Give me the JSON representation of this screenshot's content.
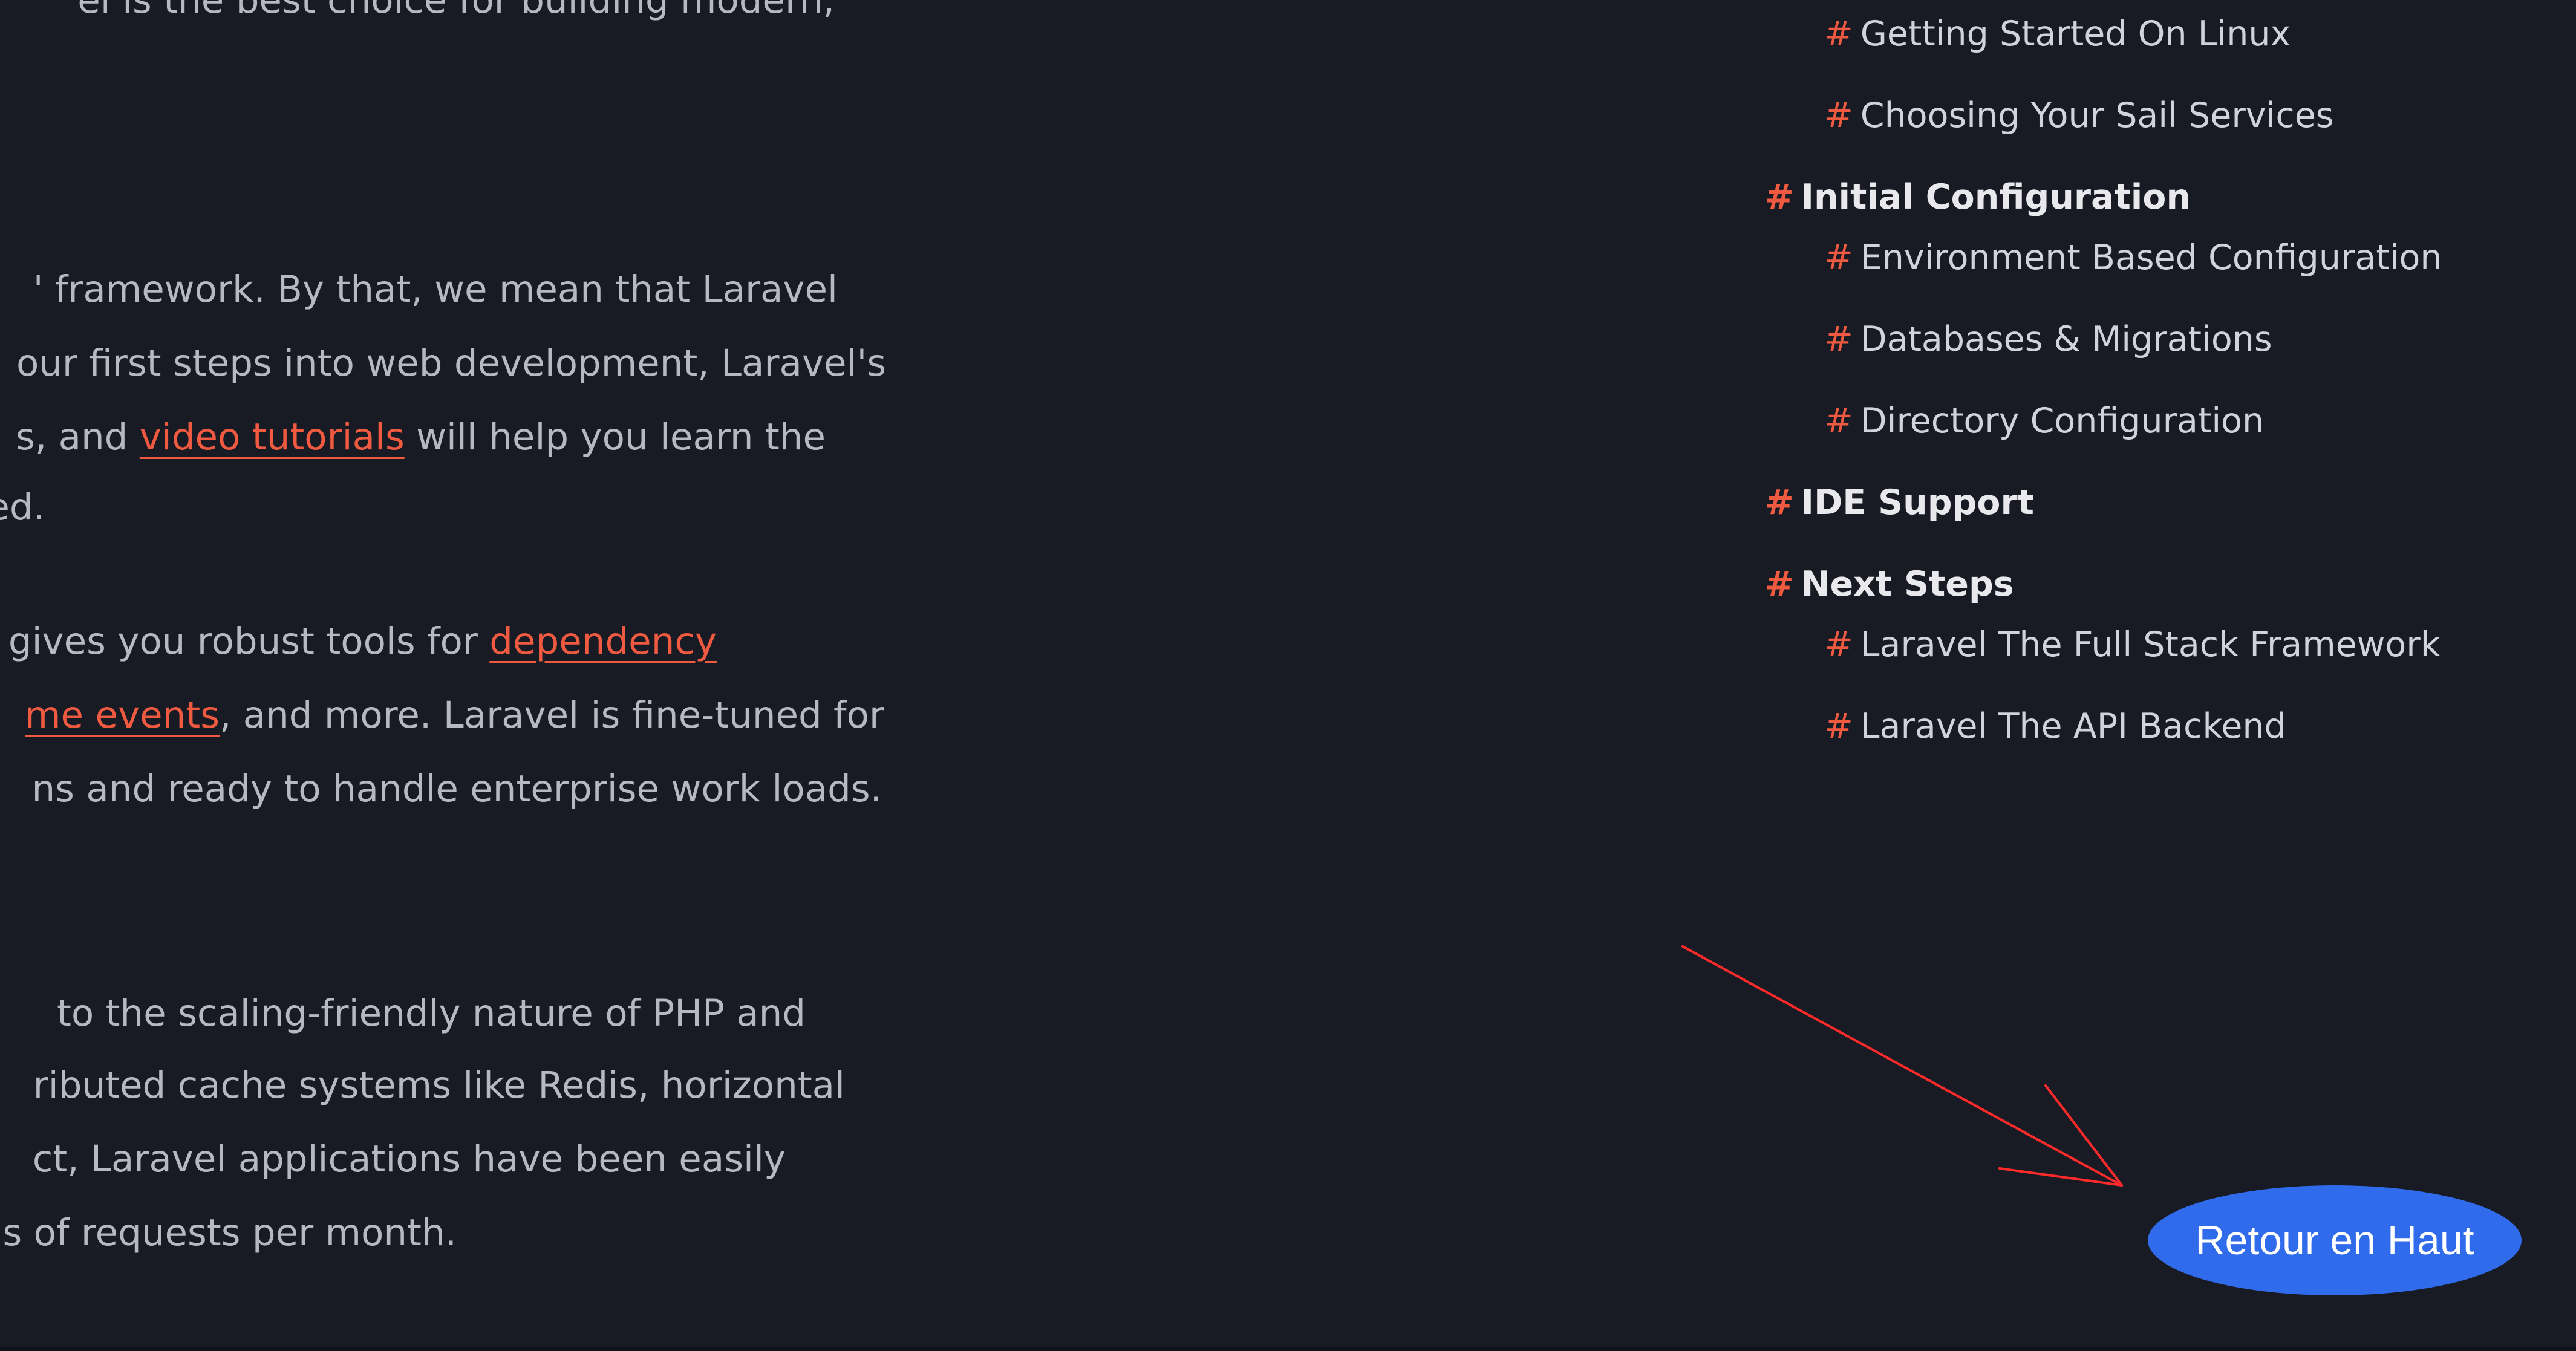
{
  "article": {
    "lines": [
      "' framework. By that, we mean that Laravel",
      "our first steps into web development, Laravel's",
      [
        "s, and ",
        {
          "link": "video tutorials"
        },
        " will help you learn the"
      ],
      "ed.",
      [
        "gives you robust tools for ",
        {
          "link": "dependency"
        }
      ],
      [
        {
          "link": "me events"
        },
        ", and more. Laravel is fine-tuned for"
      ],
      "ns and ready to handle enterprise work loads.",
      "to the scaling-friendly nature of PHP and",
      "ributed cache systems like Redis, horizontal",
      "ct, Laravel applications have been easily",
      "s of requests per month."
    ],
    "top_partial": "el is the best choice for building modern,"
  },
  "toc": {
    "hash_symbol": "#",
    "items": [
      {
        "level": 2,
        "label": "Getting Started On Linux"
      },
      {
        "level": 2,
        "label": "Choosing Your Sail Services"
      },
      {
        "level": 1,
        "label": "Initial Configuration"
      },
      {
        "level": 2,
        "label": "Environment Based Configuration"
      },
      {
        "level": 2,
        "label": "Databases & Migrations"
      },
      {
        "level": 2,
        "label": "Directory Configuration"
      },
      {
        "level": 1,
        "label": "IDE Support"
      },
      {
        "level": 1,
        "label": "Next Steps"
      },
      {
        "level": 2,
        "label": "Laravel The Full Stack Framework"
      },
      {
        "level": 2,
        "label": "Laravel The API Backend"
      }
    ]
  },
  "back_to_top": {
    "label": "Retour en Haut"
  },
  "colors": {
    "background": "#181a24",
    "accent": "#ef5a40",
    "button": "#2f6bea",
    "annotation": "#ff2b2b"
  }
}
